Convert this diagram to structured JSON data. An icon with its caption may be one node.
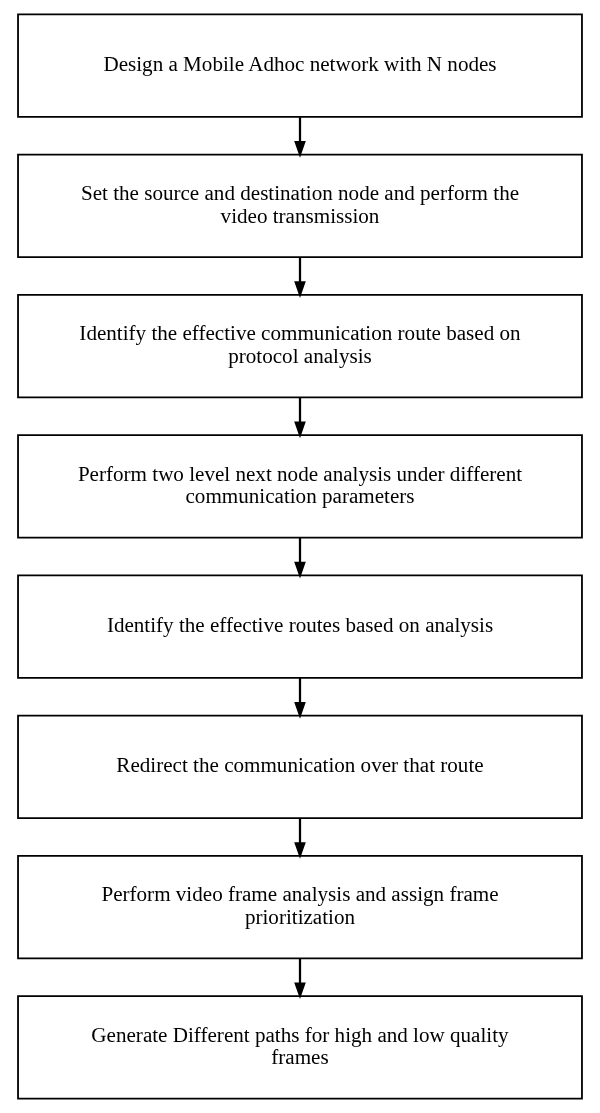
{
  "diagram": {
    "nodes": [
      {
        "text": [
          "Design a Mobile Adhoc network with N nodes"
        ]
      },
      {
        "text": [
          "Set the source and destination node and perform the video transmission"
        ]
      },
      {
        "text": [
          "Identify the effective communication route based on protocol analysis"
        ]
      },
      {
        "text": [
          "Perform two level next node analysis under different communication parameters"
        ]
      },
      {
        "text": [
          "Identify the effective routes based on analysis"
        ]
      },
      {
        "text": [
          "Redirect the communication over that route"
        ]
      },
      {
        "text": [
          "Perform video frame analysis and assign frame prioritization"
        ]
      },
      {
        "text": [
          "Generate Different paths for high and low quality frames"
        ]
      }
    ],
    "edges": [
      {
        "from": 0,
        "to": 1,
        "arrow": "to"
      },
      {
        "from": 1,
        "to": 2,
        "arrow": "to"
      },
      {
        "from": 2,
        "to": 3,
        "arrow": "to"
      },
      {
        "from": 3,
        "to": 4,
        "arrow": "to"
      },
      {
        "from": 4,
        "to": 5,
        "arrow": "to"
      },
      {
        "from": 5,
        "to": 6,
        "arrow": "to"
      },
      {
        "from": 6,
        "to": 7,
        "arrow": "to"
      }
    ]
  }
}
